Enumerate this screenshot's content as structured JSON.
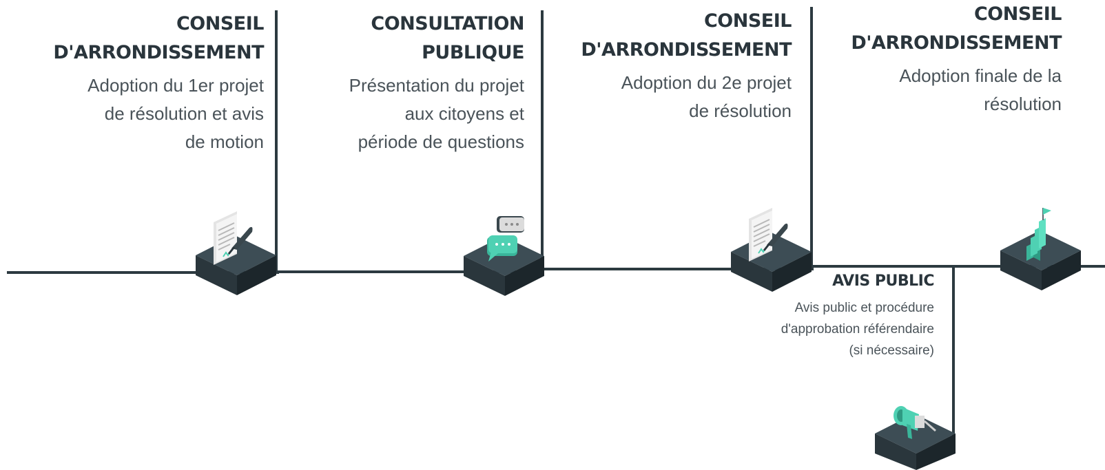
{
  "colors": {
    "line": "#2c3a40",
    "box_top": "#3d4d55",
    "box_left": "#2a363c",
    "box_right": "#1c262b",
    "accent": "#4fd1b3",
    "paper": "#eeeeee"
  },
  "stages": [
    {
      "title_lines": [
        "CONSEIL",
        "D'ARRONDISSEMENT"
      ],
      "desc_lines": [
        "Adoption du 1er projet",
        "de résolution et avis",
        "de motion"
      ],
      "icon": "document-quill-icon"
    },
    {
      "title_lines": [
        "CONSULTATION",
        "PUBLIQUE"
      ],
      "desc_lines": [
        "Présentation du projet",
        "aux citoyens et",
        "période de questions"
      ],
      "icon": "speech-bubbles-icon"
    },
    {
      "title_lines": [
        "CONSEIL",
        "D'ARRONDISSEMENT"
      ],
      "desc_lines": [
        "Adoption du 2e projet",
        "de résolution"
      ],
      "icon": "document-quill-icon"
    },
    {
      "title_lines": [
        "CONSEIL",
        "D'ARRONDISSEMENT"
      ],
      "desc_lines": [
        "Adoption finale de la",
        "résolution"
      ],
      "icon": "stairs-flag-icon"
    },
    {
      "title_lines": [
        "AVIS PUBLIC"
      ],
      "desc_lines": [
        "Avis public et procédure",
        "d'approbation référendaire",
        "(si nécessaire)"
      ],
      "icon": "megaphone-icon"
    }
  ]
}
